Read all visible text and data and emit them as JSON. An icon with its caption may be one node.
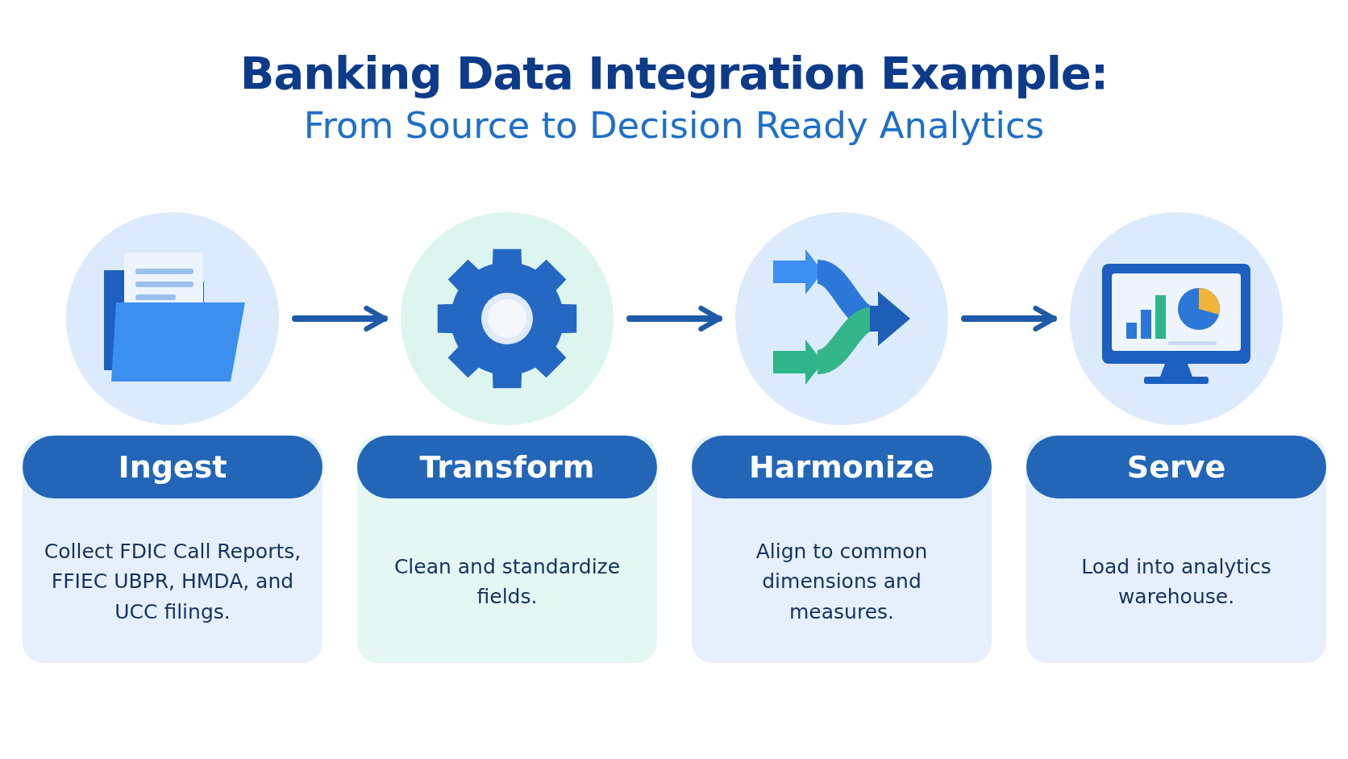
{
  "diagram": {
    "title": "Banking Data Integration Example: From Source to Decision Ready Analytics",
    "nodes": [
      {
        "text": [],
        "shape": "circle"
      },
      {
        "text": [
          "Ingest",
          "Collect FDIC Call Reports, FFIEC UBPR, HMDA, and UCC filings."
        ]
      },
      {
        "text": [],
        "shape": "circle"
      },
      {
        "text": [
          "Transform",
          "Clean and standardize fields."
        ]
      },
      {
        "text": [],
        "shape": "circle"
      },
      {
        "text": [
          "Harmonize",
          "Align to common dimensions and measures."
        ]
      },
      {
        "text": [],
        "shape": "circle"
      },
      {
        "text": [
          "Serve",
          "Load into analytics warehouse."
        ]
      }
    ],
    "edges": [
      {
        "from": 0,
        "to": 2,
        "arrow": "to"
      },
      {
        "from": 2,
        "to": 4,
        "arrow": "to"
      },
      {
        "from": 4,
        "to": 6,
        "arrow": "to"
      }
    ]
  }
}
